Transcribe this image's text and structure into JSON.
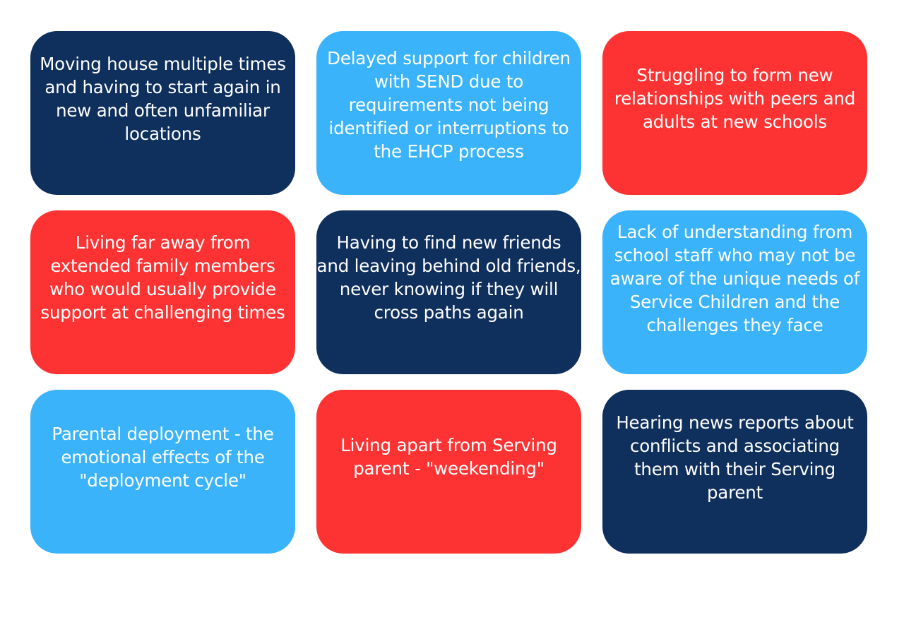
{
  "colors": {
    "navy": "#0f2f5d",
    "sky": "#3ab3fb",
    "red": "#fd3232",
    "text": "#ffffff",
    "background": "#ffffff"
  },
  "cards": [
    {
      "color": "navy",
      "lines": [
        "Moving house multiple times",
        "and having to start again in",
        "new and often unfamiliar",
        "locations"
      ]
    },
    {
      "color": "sky",
      "lines": [
        "Delayed support for children",
        "with SEND due to",
        "requirements not being",
        "identified or interruptions to",
        "the EHCP process"
      ]
    },
    {
      "color": "red",
      "lines": [
        "Struggling to form new",
        "relationships with peers and",
        "adults at new schools"
      ]
    },
    {
      "color": "red",
      "lines": [
        "Living far away from",
        "extended family members",
        "who would usually provide",
        "support at challenging times"
      ]
    },
    {
      "color": "navy",
      "lines": [
        "Having to find new friends",
        "and leaving behind old friends,",
        "never knowing if they will",
        "cross paths again"
      ]
    },
    {
      "color": "sky",
      "lines": [
        "Lack of understanding from",
        "school staff who may not be",
        "aware of the unique needs of",
        "Service Children and the",
        "challenges they face"
      ]
    },
    {
      "color": "sky",
      "lines": [
        "Parental deployment - the",
        "emotional effects of the",
        "\"deployment cycle\""
      ]
    },
    {
      "color": "red",
      "lines": [
        "Living apart from Serving",
        "parent - \"weekending\""
      ]
    },
    {
      "color": "navy",
      "lines": [
        "Hearing news reports about",
        "conflicts and associating",
        "them with their Serving",
        "parent"
      ]
    }
  ]
}
